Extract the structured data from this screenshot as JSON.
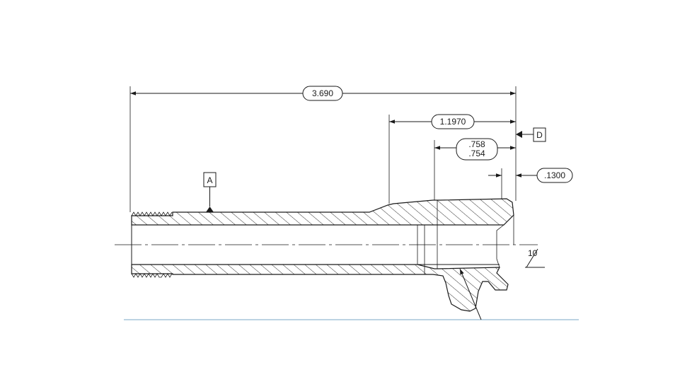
{
  "dimensions": {
    "overall_length": "3.690",
    "step_length": "1.1970",
    "bore_depth_max": ".758",
    "bore_depth_min": ".754",
    "face_offset": ".1300",
    "angle": "10"
  },
  "datums": {
    "a": "A",
    "d": "D"
  },
  "colors": {
    "line": "#1a1a1a",
    "rule": "#7aa7c7",
    "background": "#ffffff"
  }
}
